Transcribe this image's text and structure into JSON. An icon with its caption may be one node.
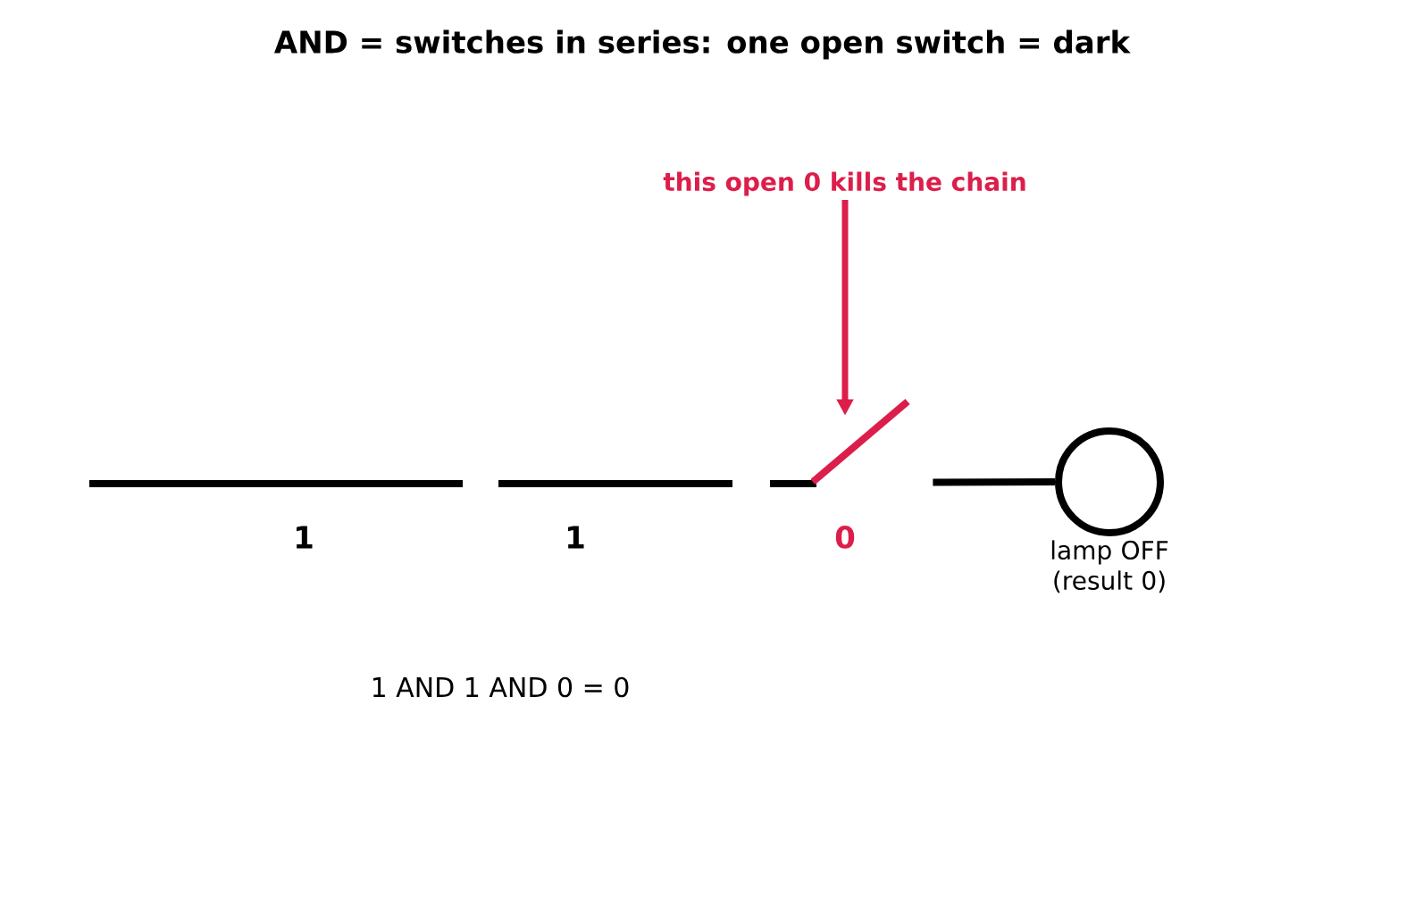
{
  "diagram": {
    "title": "AND = switches in series: one open switch = dark",
    "nodes": [
      {
        "text": [
          "this open 0 kills the chain"
        ]
      },
      {
        "text": [],
        "shape": "switch"
      },
      {
        "text": [],
        "shape": "circle",
        "beside": [
          "lamp OFF (result 0)"
        ]
      }
    ],
    "edges": [
      {
        "from": 0,
        "to": 1,
        "arrow": "to",
        "color": "#dc1e4b"
      },
      {
        "from": 1,
        "to": 2,
        "arrow": "none",
        "color": "#000000"
      }
    ],
    "labels": [
      "1",
      "1",
      "0",
      "1 AND 1 AND 0 = 0"
    ]
  }
}
